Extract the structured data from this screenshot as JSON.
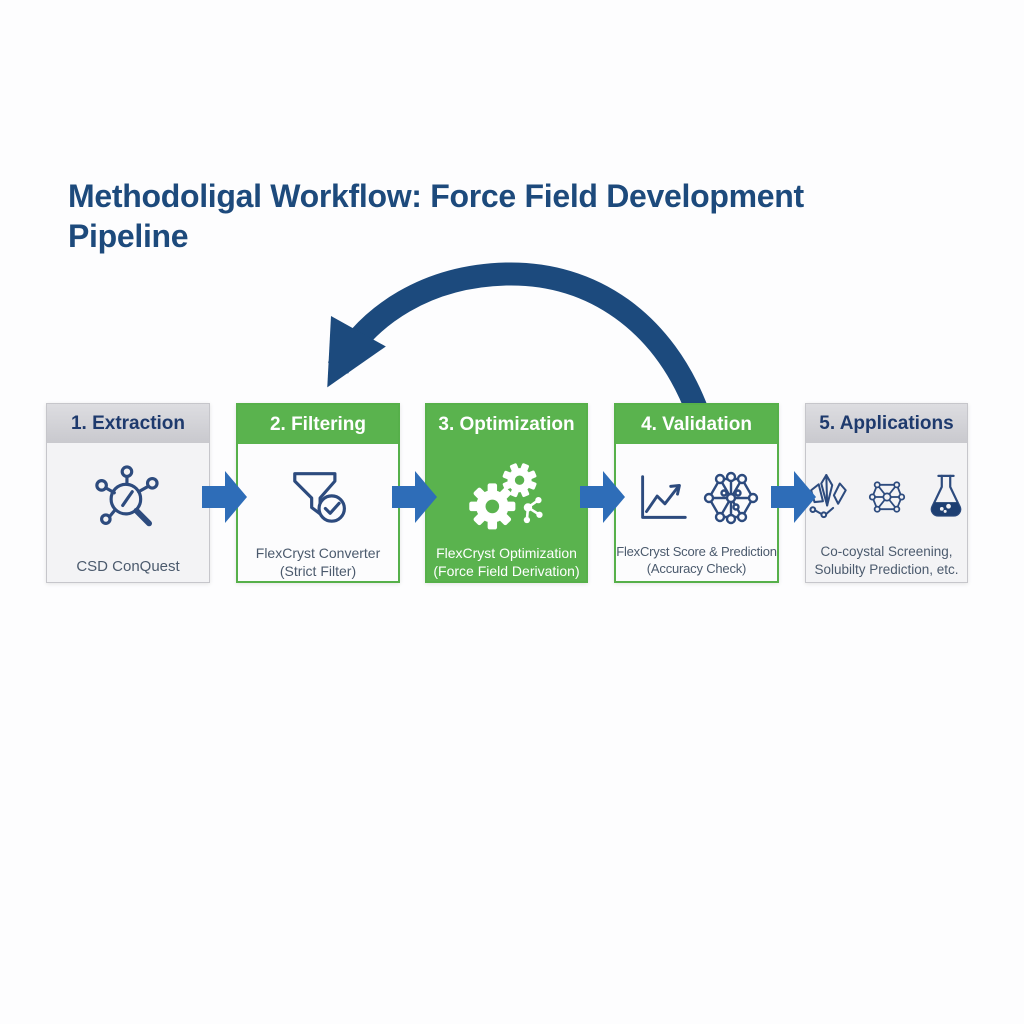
{
  "title": {
    "text": "Methodoligal Workflow: Force Field Development Pipeline"
  },
  "palette": {
    "title_blue": "#1d4a7c",
    "green": "#5ab34e",
    "feedback_arc_navy": "#1c4a7d",
    "connector_blue": "#2e6db8",
    "header_gray": "#d4d4d8",
    "header_text_navy": "#1e3a6d",
    "icon_navy": "#2d4b7e",
    "caption_text": "#4b5a6d"
  },
  "steps": [
    {
      "label": "1. Extraction",
      "caption_lines": [
        "CSD ConQuest"
      ],
      "variant": "gray",
      "icons": [
        "molecule-magnifier-icon"
      ]
    },
    {
      "label": "2. Filtering",
      "caption_lines": [
        "FlexCryst Converter",
        "(Strict Filter)"
      ],
      "variant": "green-header",
      "icons": [
        "funnel-check-icon"
      ]
    },
    {
      "label": "3. Optimization",
      "caption_lines": [
        "FlexCryst Optimization",
        "(Force Field Derivation)"
      ],
      "variant": "green-solid",
      "icons": [
        "gears-molecule-icon"
      ]
    },
    {
      "label": "4. Validation",
      "caption_lines": [
        "FlexCryst Score & Prediction",
        "(Accuracy Check)"
      ],
      "variant": "green-header",
      "icons": [
        "growth-chart-icon",
        "molecular-cage-icon"
      ]
    },
    {
      "label": "5. Applications",
      "caption_lines": [
        "Co-coystal Screening,",
        "Solubilty Prediction, etc."
      ],
      "variant": "gray",
      "icons": [
        "crystals-icon",
        "molecule-network-icon",
        "flask-icon"
      ]
    }
  ],
  "feedback_loop": {
    "from": "4. Validation",
    "to": "2. Filtering"
  }
}
